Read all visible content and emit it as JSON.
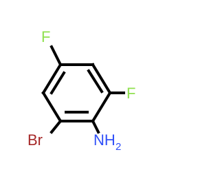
{
  "molecule": {
    "atoms": {
      "fluorine_top": {
        "label": "F",
        "color": "#90e050"
      },
      "fluorine_right": {
        "label": "F",
        "color": "#90e050"
      },
      "bromine": {
        "label": "Br",
        "color": "#a62929"
      },
      "amine": {
        "label": "NH",
        "subscript": "2",
        "color": "#3050f8"
      }
    },
    "bond_color": "#000000"
  }
}
